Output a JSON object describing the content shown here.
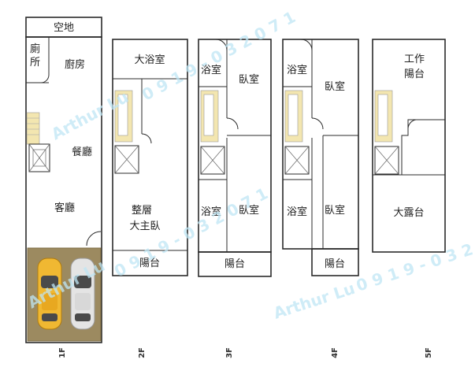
{
  "floors": {
    "f1": {
      "name": "1F",
      "rooms": {
        "yard": "空地",
        "toilet": "廁\n所",
        "kitchen": "廚房",
        "dining": "餐廳",
        "living": "客廳"
      }
    },
    "f2": {
      "name": "2F",
      "rooms": {
        "bath": "大浴室",
        "master1": "整層",
        "master2": "大主臥",
        "balcony": "陽台"
      }
    },
    "f3": {
      "name": "3F",
      "rooms": {
        "bath1": "浴室",
        "bed1": "臥室",
        "bath2": "浴室",
        "bed2": "臥室",
        "balcony": "陽台"
      }
    },
    "f4": {
      "name": "4F",
      "rooms": {
        "bath1": "浴室",
        "bed1": "臥室",
        "bath2": "浴室",
        "bed2": "臥室",
        "balcony": "陽台"
      }
    },
    "f5": {
      "name": "5F",
      "rooms": {
        "work1": "工作",
        "work2": "陽台",
        "terrace": "大露台"
      }
    }
  },
  "watermark": {
    "name": "Arthur Lu",
    "phone": "0 9 1 9 - 0 3 2 0 7 1"
  },
  "colors": {
    "wall": "#2b2b2b",
    "stair": "#f3e6b0",
    "car_yellow": "#f0b832",
    "car_white": "#e4e4e4",
    "garage": "#9c8a60",
    "watermark": "#bfe6f5"
  }
}
